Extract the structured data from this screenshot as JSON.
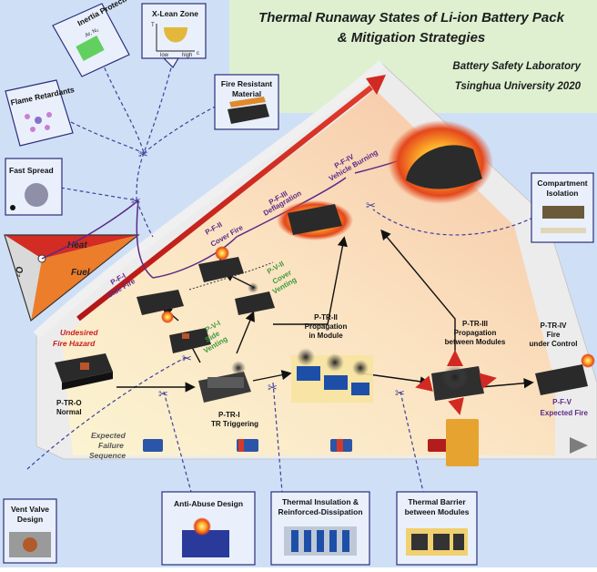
{
  "header": {
    "title_line1": "Thermal Runaway States of Li-ion Battery Pack",
    "title_line2": "& Mitigation Strategies",
    "lab": "Battery Safety Laboratory",
    "university": "Tsinghua University 2020"
  },
  "boxes": {
    "xlean": {
      "title": "X-Lean Zone",
      "axis_t": "T",
      "axis_c": "c",
      "low": "low",
      "high": "high"
    },
    "inertia": {
      "title": "Inertia Protection",
      "sub": "Ar, N₂"
    },
    "fire_resistant": {
      "line1": "Fire Resistant",
      "line2": "Material"
    },
    "flame": {
      "title": "Flame Retardants"
    },
    "fast_spread": {
      "title": "Fast Spread"
    },
    "compartment": {
      "line1": "Compartment",
      "line2": "Isolation"
    },
    "vent_valve": {
      "line1": "Vent Valve",
      "line2": "Design"
    },
    "anti_abuse": {
      "title": "Anti-Abuse Design"
    },
    "insulation": {
      "line1": "Thermal Insulation &",
      "line2": "Reinforced-Dissipation"
    },
    "barrier": {
      "line1": "Thermal Barrier",
      "line2": "between Modules"
    }
  },
  "triangle": {
    "heat": "Heat",
    "fuel": "Fuel",
    "o2": "O₂"
  },
  "hazard": {
    "line1": "Undesired",
    "line2": "Fire Hazard"
  },
  "sequence": {
    "line1": "Expected",
    "line2": "Failure",
    "line3": "Sequence"
  },
  "states": {
    "p_tr_o": {
      "line1": "P-TR-O",
      "line2": "Normal"
    },
    "p_tr_i": {
      "line1": "P-TR-I",
      "line2": "TR Triggering"
    },
    "p_tr_ii": {
      "line1": "P-TR-II",
      "line2": "Propagation",
      "line3": "in Module"
    },
    "p_tr_iii": {
      "line1": "P-TR-III",
      "line2": "Propagation",
      "line3": "between Modules"
    },
    "p_tr_iv": {
      "line1": "P-TR-IV",
      "line2": "Fire",
      "line3": "under Control"
    },
    "p_f_v": {
      "line1": "P-F-V",
      "line2": "Expected Fire"
    },
    "p_f_i": {
      "line1": "P-F-I",
      "line2": "Side Fire"
    },
    "p_f_ii": {
      "line1": "P-F-II",
      "line2": "Cover Fire"
    },
    "p_f_iii": {
      "line1": "P-F-III",
      "line2": "Deflagration"
    },
    "p_f_iv": {
      "line1": "P-F-IV",
      "line2": "Vehicle Burning"
    },
    "p_v_i": {
      "line1": "P-V-I",
      "line2": "Side",
      "line3": "Venting"
    },
    "p_v_ii": {
      "line1": "P-V-II",
      "line2": "Cover",
      "line3": "Venting"
    }
  },
  "colors": {
    "background_blue": "#cfe0f6",
    "header_green": "#def0d0",
    "fire_purple": "#5b2a86",
    "hazard_red": "#c8201f",
    "vent_green": "#3e9a3e",
    "battery_dark": "#2a2a2a"
  }
}
